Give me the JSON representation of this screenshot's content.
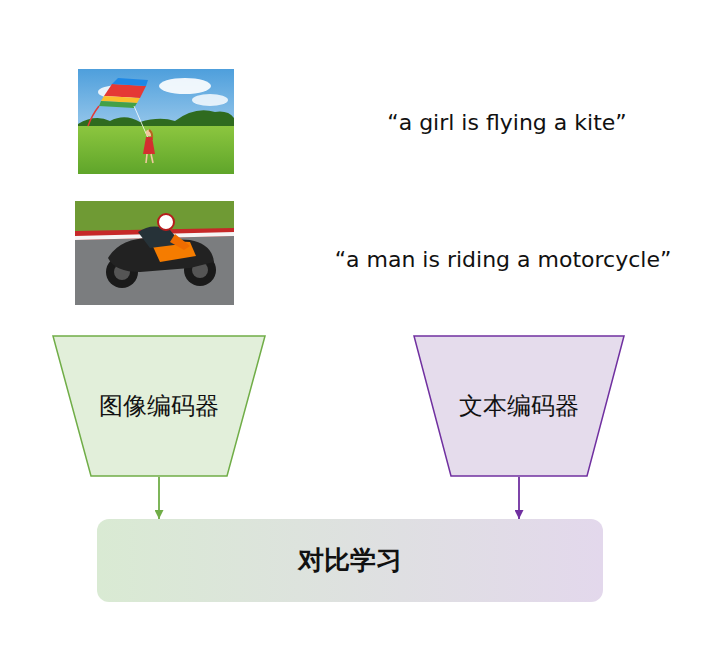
{
  "diagram": {
    "nodes": [
      {
        "text": [
          "图像编码器"
        ]
      },
      {
        "text": [
          "文本编码器"
        ]
      },
      {
        "text": [
          "对比学习"
        ]
      }
    ],
    "edges": [
      {
        "from": 0,
        "to": 2,
        "arrow": "to"
      },
      {
        "from": 1,
        "to": 2,
        "arrow": "to"
      }
    ],
    "labels": [
      "“a girl is flying a kite”",
      "“a man is riding a motorcycle”"
    ]
  }
}
